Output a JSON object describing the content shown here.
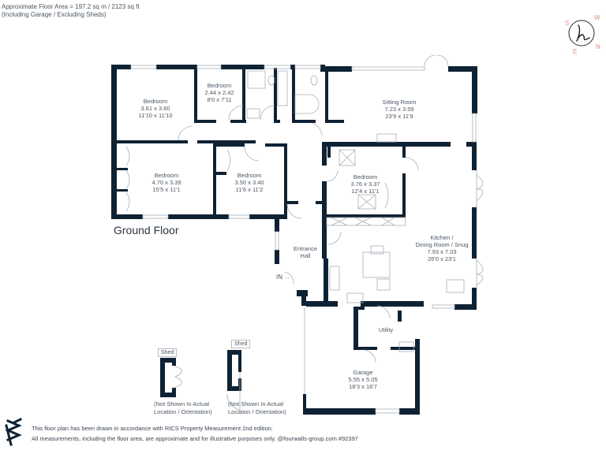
{
  "header": {
    "floor_area": "Approximate Floor Area = 197.2 sq m / 2123 sq ft",
    "area_note": "(Including Garage / Excluding Sheds)"
  },
  "compass": {
    "icon": "compass-icon",
    "labels": {
      "s": "S",
      "w": "W",
      "n": "N",
      "e": "E"
    },
    "accent_color": "#e8887f"
  },
  "floor_title": "Ground Floor",
  "entry_label": "IN",
  "colors": {
    "wall": "#0e2233",
    "line": "#9aa3ab",
    "text": "#4c5864"
  },
  "rooms": [
    {
      "name": "Bedroom",
      "metric": "3.61 x 3.60",
      "imperial": "11'10 x 11'10"
    },
    {
      "name": "Bedroom",
      "metric": "2.44 x 2.42",
      "imperial": "8'0 x 7'11"
    },
    {
      "name": "Sitting Room",
      "metric": "7.23 x 3.59",
      "imperial": "23'9 x 11'9"
    },
    {
      "name": "Bedroom",
      "metric": "4.70 x 3.39",
      "imperial": "15'5 x 11'1"
    },
    {
      "name": "Bedroom",
      "metric": "3.50 x 3.40",
      "imperial": "11'6 x 11'2"
    },
    {
      "name": "Bedroom",
      "metric": "3.76 x 3.37",
      "imperial": "12'4 x 11'1"
    },
    {
      "name": "Kitchen /",
      "name2": "Dining Room / Snug",
      "metric": "7.93 x 7.03",
      "imperial": "26'0 x 23'1"
    },
    {
      "name": "Entrance",
      "name2": "Hall"
    },
    {
      "name": "Utility"
    },
    {
      "name": "Garage",
      "metric": "5.55 x 5.05",
      "imperial": "18'3 x 16'7"
    }
  ],
  "sheds": [
    {
      "tag": "Shed",
      "note1": "(Not Shown In Actual",
      "note2": "Location / Orientation)"
    },
    {
      "tag": "Shed",
      "note1": "(Not Shown In Actual",
      "note2": "Location / Orientation)"
    }
  ],
  "footer": {
    "line1": "This floor plan has been drawn in accordance with RICS Property Measurement 2nd edition.",
    "line2": "All measurements, including the floor area, are approximate and for illustrative purposes only. @fourwalls-group.com #92397",
    "logo": "fourwalls-logo-icon"
  }
}
